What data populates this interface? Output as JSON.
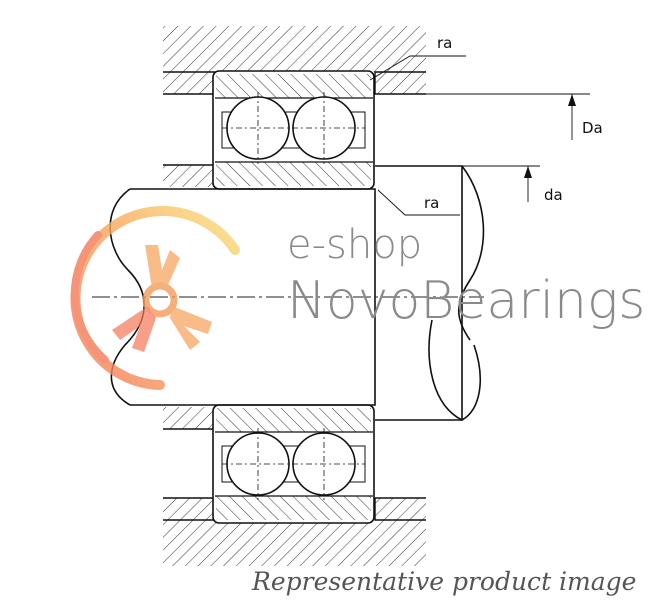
{
  "labels": {
    "ra_top": "ra",
    "ra_mid": "ra",
    "Da": "Da",
    "da": "da"
  },
  "watermark": {
    "eshop": "e-shop",
    "brand": "NovoBearings",
    "logo_colors": [
      "#f47a5a",
      "#f7b05a",
      "#fbe07a"
    ]
  },
  "footer": "Representative product image"
}
